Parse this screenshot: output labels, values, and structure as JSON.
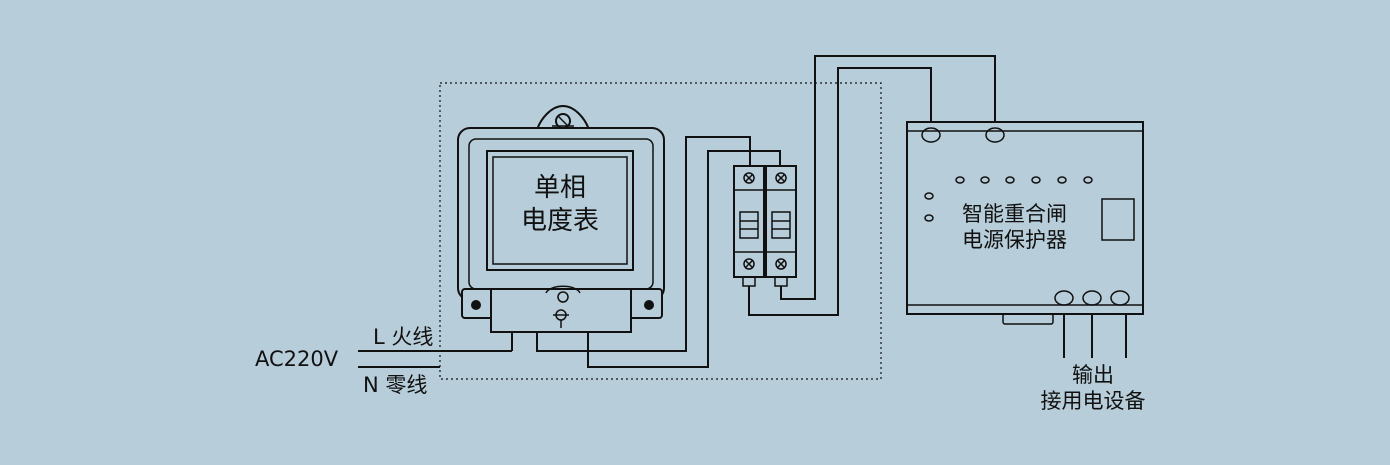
{
  "meter": {
    "line1": "单相",
    "line2": "电度表"
  },
  "protector": {
    "line1": "智能重合闸",
    "line2": "电源保护器"
  },
  "source": {
    "voltage": "AC220V",
    "live": "L 火线",
    "neutral": "N 零线"
  },
  "output": {
    "line1": "输出",
    "line2": "接用电设备"
  },
  "colors": {
    "background": "#b7cdd9",
    "line": "#111111"
  }
}
